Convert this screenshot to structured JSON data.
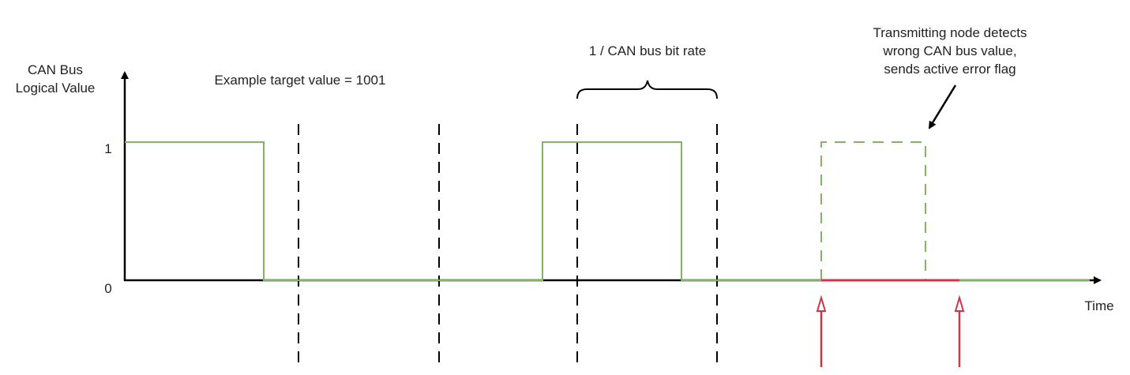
{
  "y_axis_label_line1": "CAN Bus",
  "y_axis_label_line2": "Logical Value",
  "x_axis_label": "Time",
  "tick_one": "1",
  "tick_zero": "0",
  "example_label": "Example target value = 1001",
  "bit_period_label": "1 / CAN bus bit rate",
  "annotation_line1": "Transmitting node detects",
  "annotation_line2": "wrong CAN bus value,",
  "annotation_line3": "sends active error flag",
  "colors": {
    "signal": "#82b366",
    "error": "#d0344a",
    "axis": "#000000"
  }
}
